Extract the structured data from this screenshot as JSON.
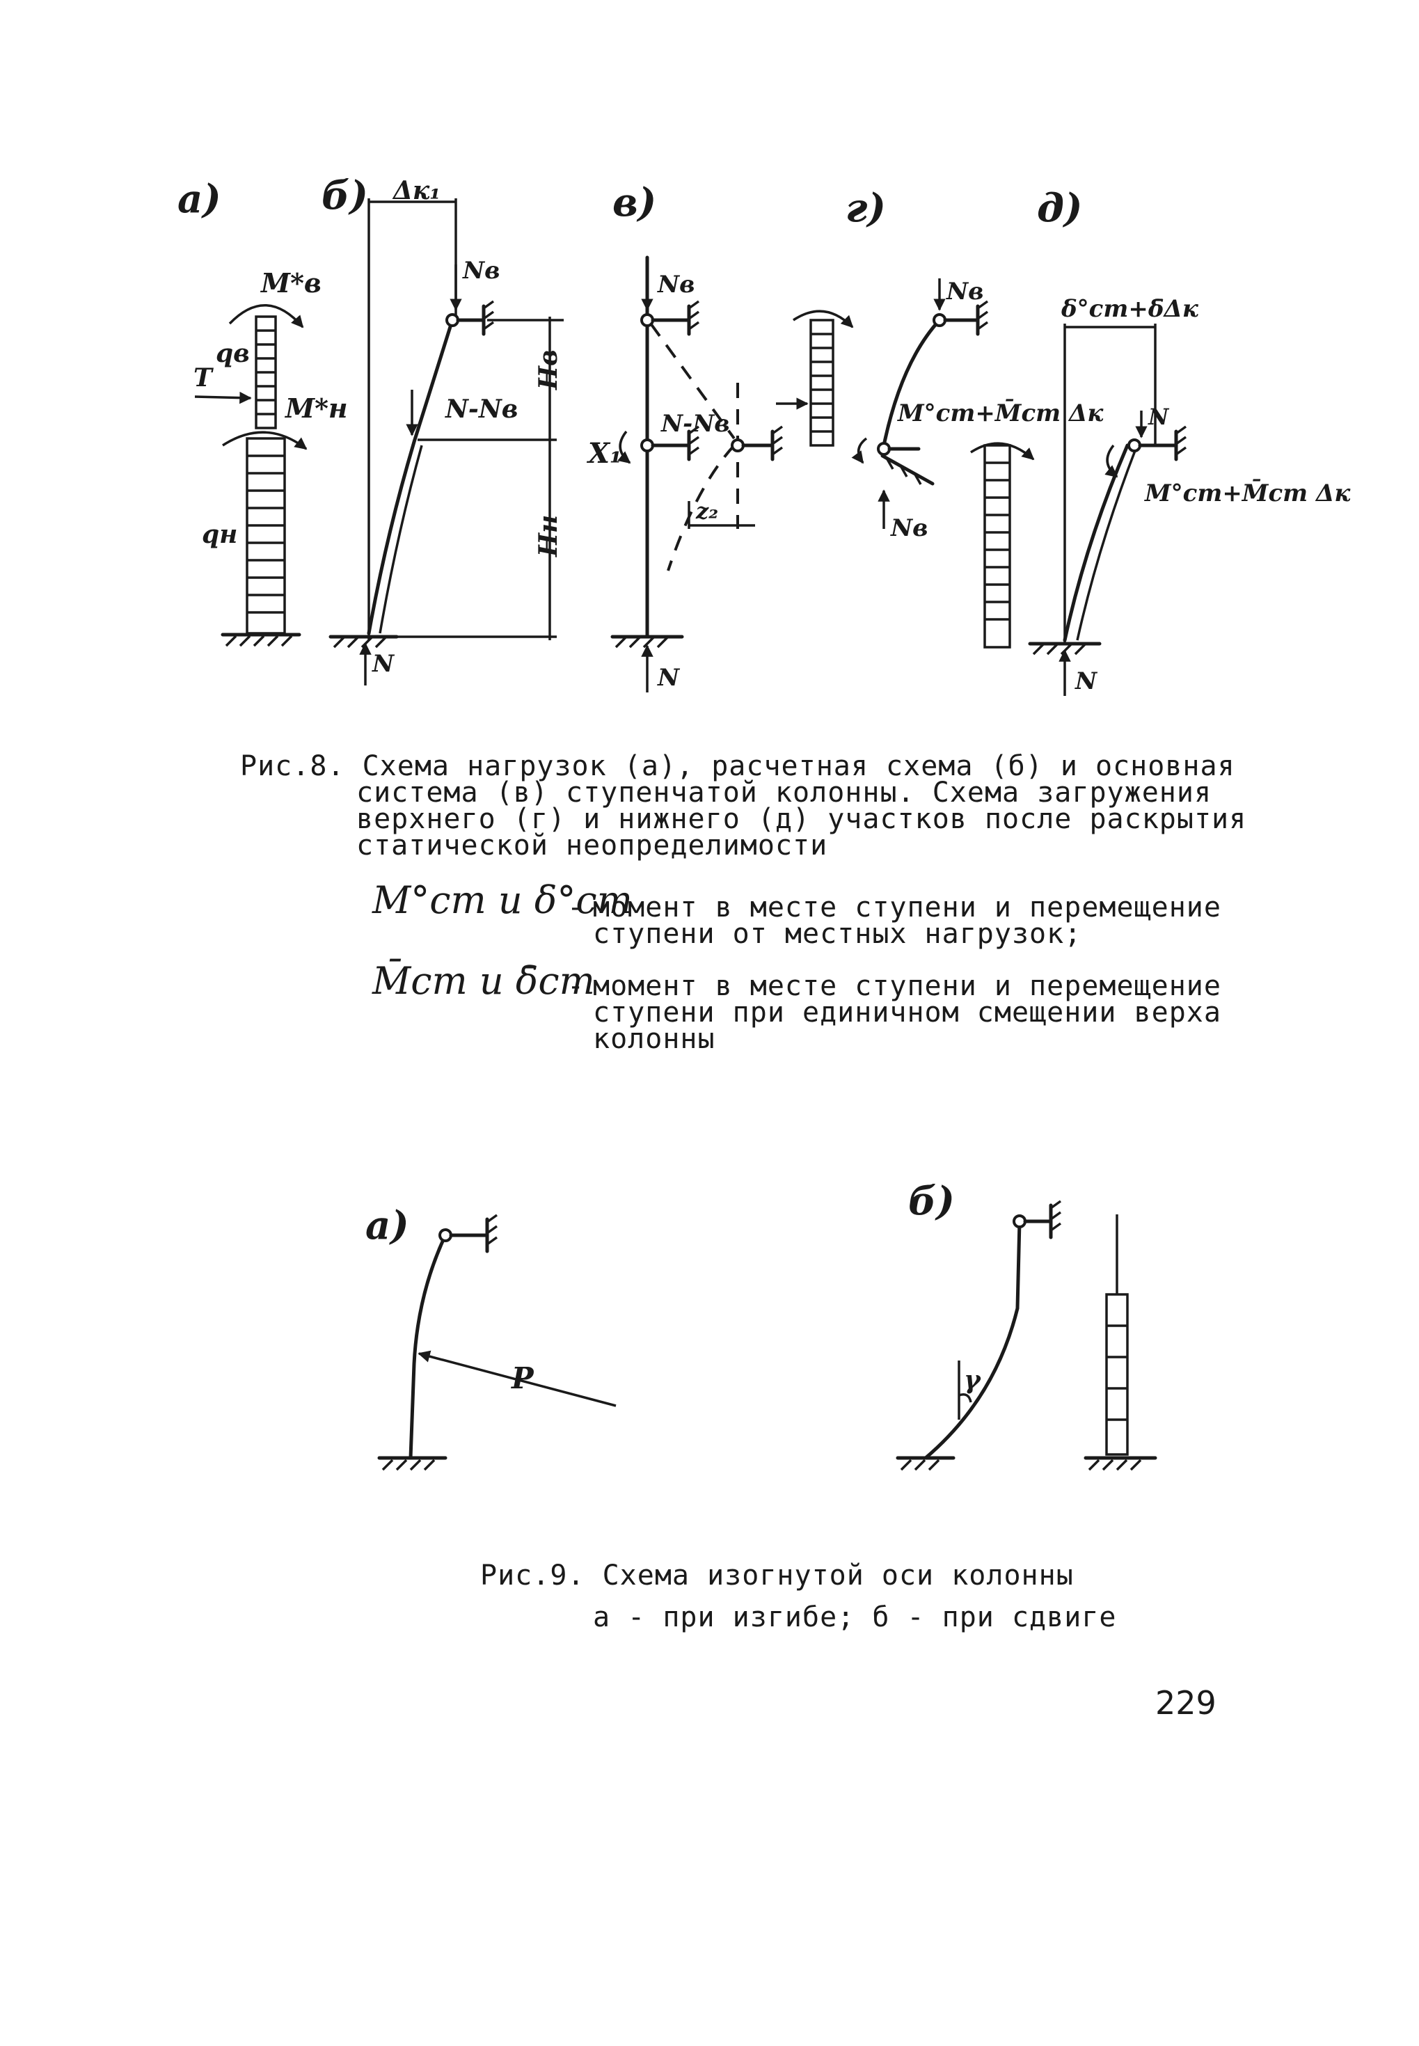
{
  "figure8": {
    "panel_labels": [
      "а)",
      "б)",
      "в)",
      "г)",
      "д)"
    ],
    "labels": {
      "delta_k1": "Δк₁",
      "m_v": "M*в",
      "m_n": "M*н",
      "q_v": "qв",
      "q_n": "qн",
      "t": "T",
      "n_v": "Nв",
      "n_minus_nv": "N-Nв",
      "n": "N",
      "h_v": "Hв",
      "h_n": "Hн",
      "x1": "X₁",
      "z2": "z₂",
      "m_g": "M°ст+M̄ст Δк",
      "delta_top": "δ°ст+δ̄Δк",
      "m_d": "M°ст+M̄ст Δк"
    },
    "caption": {
      "line1": "Рис.8. Схема нагрузок (а), расчетная схема (б) и основная",
      "line2": "система (в) ступенчатой колонны. Схема загружения",
      "line3": "верхнего (г) и нижнего (д) участков после раскрытия",
      "line4": "статической неопределимости"
    },
    "legend": [
      {
        "symbol": "M°ст и δ°ст",
        "dash": "-",
        "text1": "момент в месте ступени и перемещение",
        "text2": "ступени от местных нагрузок;",
        "text3": ""
      },
      {
        "symbol": "M̄ст и δ̄ст",
        "dash": "-",
        "text1": "момент в месте ступени и перемещение",
        "text2": "ступени при единичном смещении верха",
        "text3": "колонны"
      }
    ]
  },
  "figure9": {
    "panel_labels": [
      "а)",
      "б)"
    ],
    "labels": {
      "p": "P",
      "gamma": "γ"
    },
    "caption": {
      "line1": "Рис.9. Схема изогнутой оси колонны",
      "line2": "а - при изгибе; б - при сдвиге"
    }
  },
  "page_number": "229"
}
